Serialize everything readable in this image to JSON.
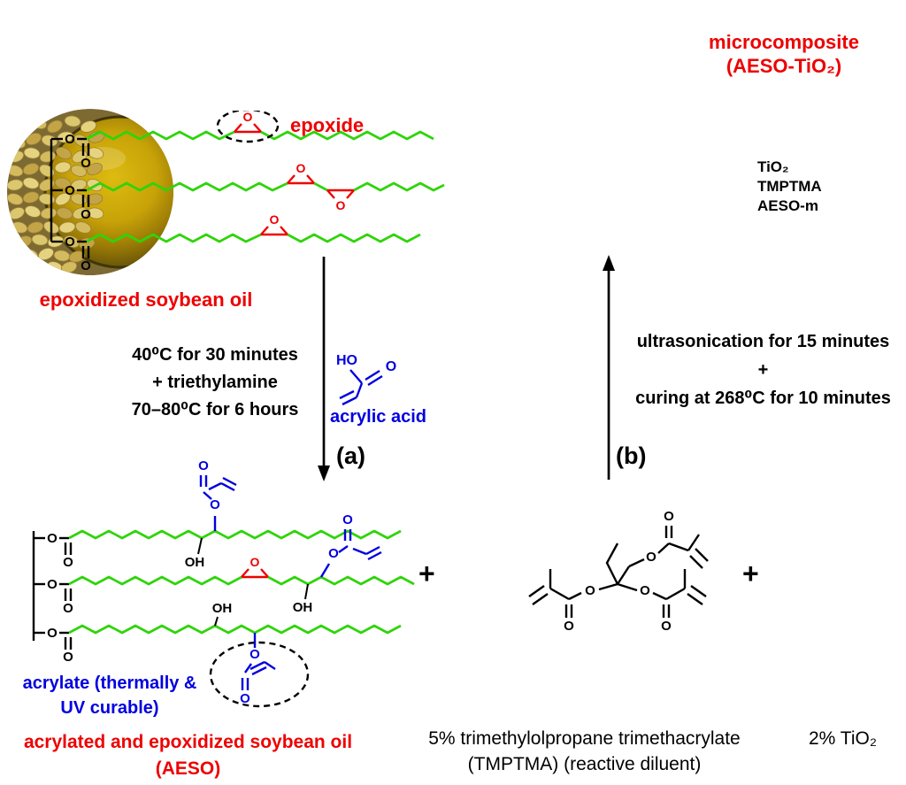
{
  "colors": {
    "red": "#ee0000",
    "blue": "#0000e0",
    "green": "#2fd40a",
    "black": "#000000"
  },
  "atoms": {
    "O": "O",
    "OH": "OH",
    "HO": "HO"
  },
  "top_left": {
    "epoxide_label": "epoxide",
    "caption": "epoxidized soybean oil"
  },
  "top_right": {
    "title_line1": "microcomposite",
    "title_line2": "(AESO-TiO₂)",
    "components": [
      "TiO₂",
      "TMPTMA",
      "AESO-m"
    ]
  },
  "reaction_a": {
    "step_label": "(a)",
    "conditions": [
      "40⁰C for 30 minutes",
      "+ triethylamine",
      "70–80⁰C for 6 hours"
    ],
    "reagent_label": "acrylic acid"
  },
  "reaction_b": {
    "step_label": "(b)",
    "conditions": [
      "ultrasonication for 15 minutes",
      "+",
      "curing at 268⁰C for 10 minutes"
    ]
  },
  "bottom_left": {
    "note_line1": "acrylate (thermally &",
    "note_line2": "UV curable)",
    "caption_line1": "acrylated and epoxidized soybean oil",
    "caption_line2": "(AESO)"
  },
  "bottom_center": {
    "plus_left": "+",
    "plus_right": "+",
    "caption_line1": "5% trimethylolpropane trimethacrylate",
    "caption_line2": "(TMPTMA) (reactive diluent)"
  },
  "bottom_right": {
    "tio2_label": "2% TiO₂"
  }
}
